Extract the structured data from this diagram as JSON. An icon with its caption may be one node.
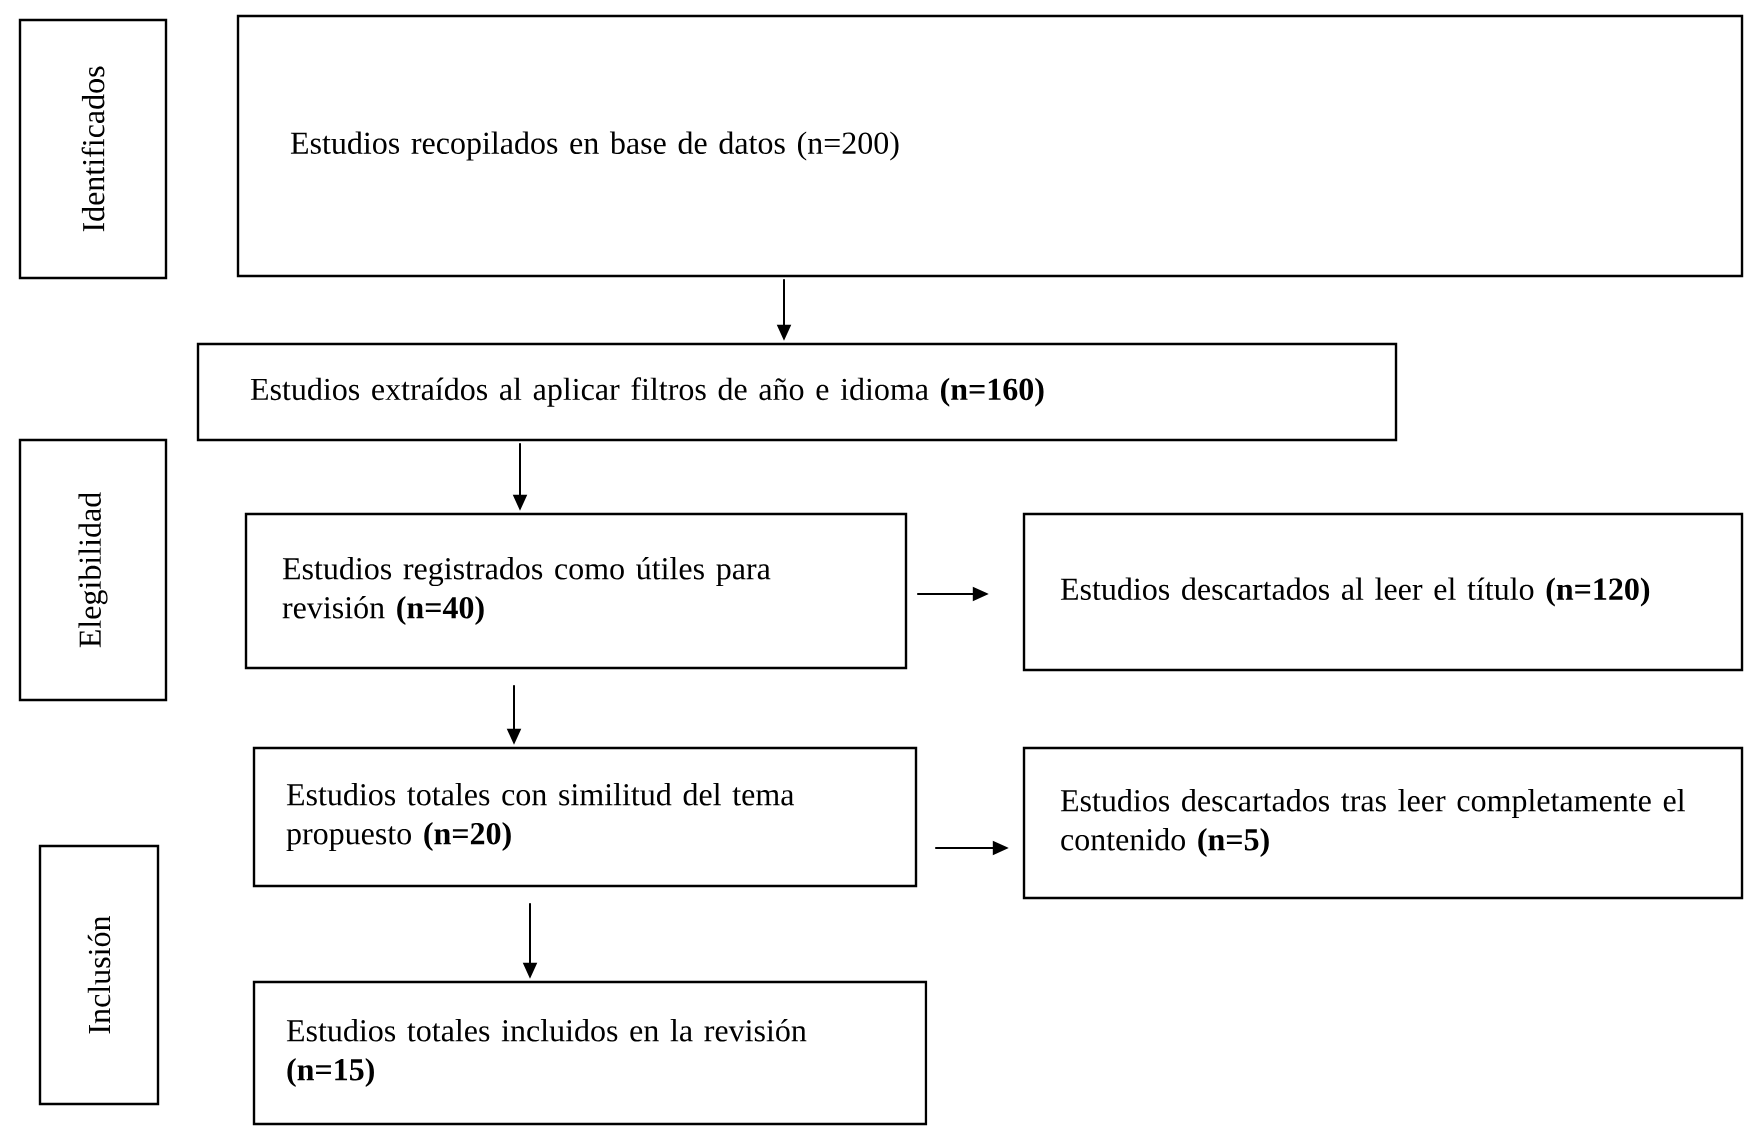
{
  "diagram": {
    "nodes": [
      {
        "text": [
          "Identificados"
        ]
      },
      {
        "text": [
          "Estudios recopilados en base de datos (n=200)"
        ]
      },
      {
        "text": [
          "Estudios extraídos al aplicar filtros de año e idioma **(n=160)**"
        ]
      },
      {
        "text": [
          "Elegibilidad"
        ]
      },
      {
        "text": [
          "Estudios registrados como útiles para revisión **(n=40)**"
        ]
      },
      {
        "text": [
          "Estudios descartados al leer el título **(n=120)**"
        ]
      },
      {
        "text": [
          "Inclusión"
        ]
      },
      {
        "text": [
          "Estudios totales con similitud del tema propuesto **(n=20)**"
        ]
      },
      {
        "text": [
          "Estudios descartados tras leer completamente el contenido **(n=5)**"
        ]
      },
      {
        "text": [
          "Estudios totales incluidos en la revisión **(n=15)**"
        ]
      }
    ],
    "edges": [
      {
        "from": 1,
        "to": 2,
        "arrow": "to"
      },
      {
        "from": 2,
        "to": 4,
        "arrow": "to"
      },
      {
        "from": 4,
        "to": 5,
        "arrow": "to"
      },
      {
        "from": 4,
        "to": 7,
        "arrow": "to"
      },
      {
        "from": 7,
        "to": 8,
        "arrow": "to"
      },
      {
        "from": 7,
        "to": 9,
        "arrow": "to"
      }
    ]
  }
}
